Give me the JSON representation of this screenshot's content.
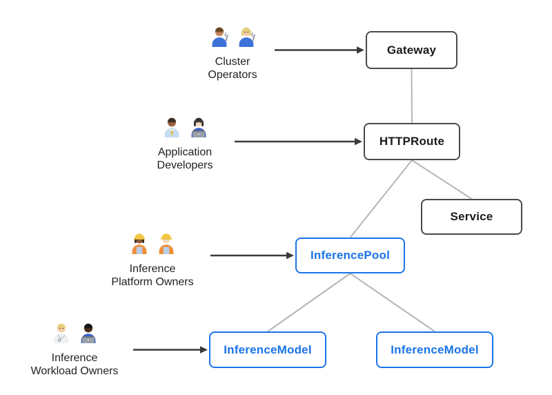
{
  "colors": {
    "background": "#ffffff",
    "box_border_dark": "#4a4a4a",
    "box_text_dark": "#1a1a1a",
    "box_border_blue": "#1a73e8",
    "box_text_blue": "#1a73e8",
    "connector_line": "#b5b5b5",
    "arrow": "#3a3a3a",
    "persona_label_text": "#212121"
  },
  "nodes": [
    {
      "id": "gateway",
      "label": "Gateway",
      "style": "dark"
    },
    {
      "id": "httproute",
      "label": "HTTPRoute",
      "style": "dark"
    },
    {
      "id": "service",
      "label": "Service",
      "style": "dark"
    },
    {
      "id": "inferencepool",
      "label": "InferencePool",
      "style": "blue"
    },
    {
      "id": "inferencemodel-left",
      "label": "InferenceModel",
      "style": "blue"
    },
    {
      "id": "inferencemodel-right",
      "label": "InferenceModel",
      "style": "blue"
    }
  ],
  "edges": [
    {
      "from": "gateway",
      "to": "httproute"
    },
    {
      "from": "httproute",
      "to": "inferencepool"
    },
    {
      "from": "httproute",
      "to": "service"
    },
    {
      "from": "inferencepool",
      "to": "inferencemodel-left"
    },
    {
      "from": "inferencepool",
      "to": "inferencemodel-right"
    }
  ],
  "personas": [
    {
      "id": "cluster-operators",
      "label_lines": [
        "Cluster",
        "Operators"
      ],
      "icons": [
        "man-mechanic-emoji",
        "woman-mechanic-emoji"
      ],
      "target": "gateway"
    },
    {
      "id": "application-developers",
      "label_lines": [
        "Application",
        "Developers"
      ],
      "icons": [
        "man-office-worker-emoji",
        "woman-technologist-emoji"
      ],
      "target": "httproute"
    },
    {
      "id": "inference-platform-owners",
      "label_lines": [
        "Inference",
        "Platform Owners"
      ],
      "icons": [
        "woman-construction-worker-emoji",
        "man-construction-worker-emoji"
      ],
      "target": "inferencepool"
    },
    {
      "id": "inference-workload-owners",
      "label_lines": [
        "Inference",
        "Workload Owners"
      ],
      "icons": [
        "health-worker-emoji",
        "man-technologist-dark-emoji"
      ],
      "target": "inferencemodel-left"
    }
  ]
}
